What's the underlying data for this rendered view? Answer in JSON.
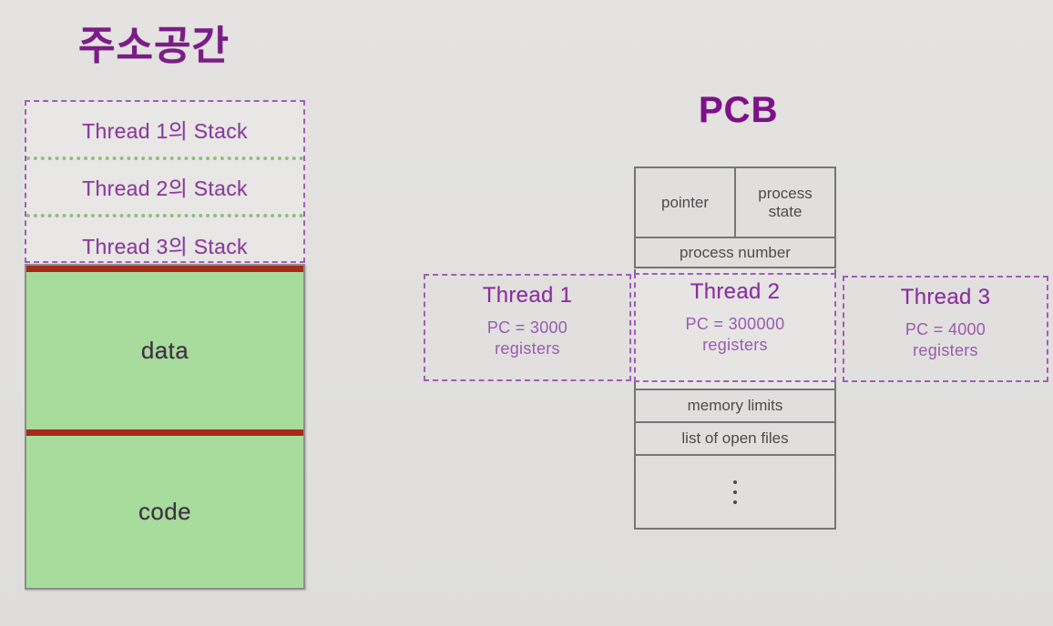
{
  "slide": {
    "address_space": {
      "title": "주소공간",
      "stack_rows": [
        {
          "label": "Thread 1의 Stack"
        },
        {
          "label": "Thread 2의 Stack"
        },
        {
          "label": "Thread 3의 Stack"
        }
      ],
      "segments": [
        {
          "label": "data"
        },
        {
          "label": "code"
        }
      ]
    },
    "pcb": {
      "title": "PCB",
      "top_row": [
        {
          "label": "pointer"
        },
        {
          "label": "process\nstate"
        }
      ],
      "process_number": "process number",
      "lower_rows": [
        {
          "label": "memory limits"
        },
        {
          "label": "list of open files"
        }
      ],
      "ellipsis": "⋮"
    },
    "threads": [
      {
        "title": "Thread 1",
        "pc": "PC = 3000",
        "registers": "registers"
      },
      {
        "title": "Thread 2",
        "pc": "PC =  300000",
        "registers": "registers"
      },
      {
        "title": "Thread 3",
        "pc": "PC =  4000",
        "registers": "registers"
      }
    ]
  },
  "colors": {
    "background": "#e2e1df",
    "title_purple": "#7b1d86",
    "label_purple": "#8a3b9c",
    "dashed_purple": "#a05fb4",
    "dotted_green": "#8fbf7c",
    "segment_green": "#a8dc9c",
    "divider_red": "#a62a17",
    "table_border": "#75757a",
    "table_fill": "#e0dfdd"
  }
}
